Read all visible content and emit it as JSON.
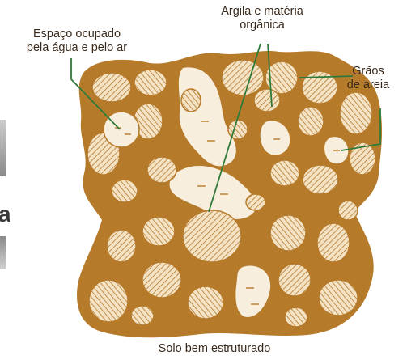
{
  "labels": {
    "espaco_line1": "Espaço ocupado",
    "espaco_line2": "pela água e pelo ar",
    "argila_line1": "Argila e matéria",
    "argila_line2": "orgânica",
    "graos_line1": "Grãos",
    "graos_line2": "de areia",
    "caption": "Solo bem estruturado",
    "edge_letter": "a"
  },
  "colors": {
    "soil_brown": "#b67a2b",
    "grain_fill": "#f3e2c4",
    "hatch": "#b67a2b",
    "leader": "#2f7a3a",
    "text": "#3a2a1c"
  }
}
